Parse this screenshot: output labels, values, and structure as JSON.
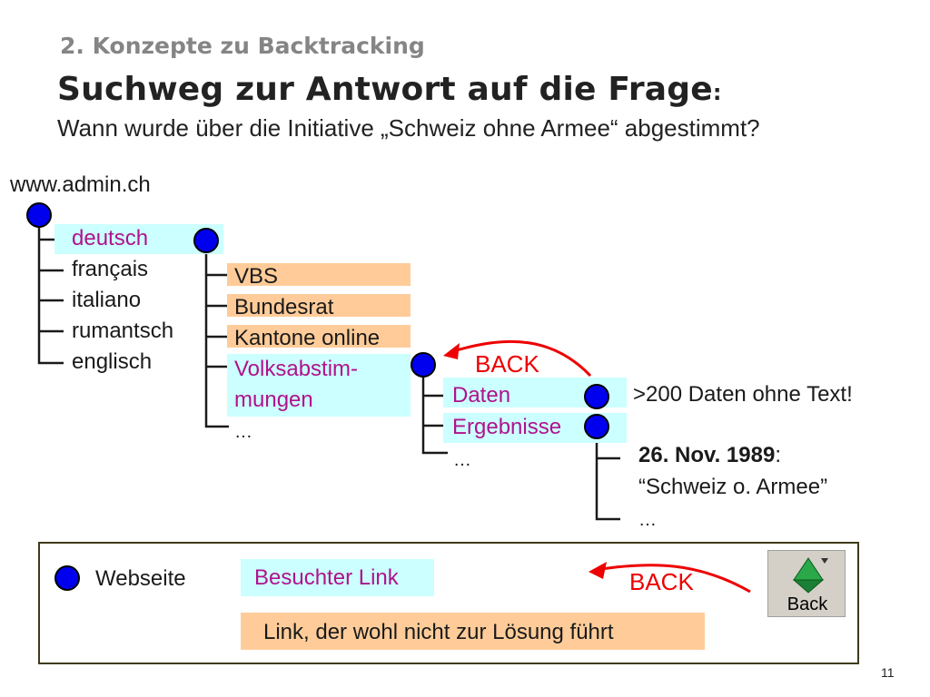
{
  "header": {
    "subtitle": "2. Konzepte zu Backtracking",
    "title": "Suchweg zur Antwort auf die Frage",
    "title_colon": ":",
    "question": "Wann wurde über die Initiative „Schweiz ohne Armee“ abgestimmt?"
  },
  "tree": {
    "root": "www.admin.ch",
    "languages": [
      "deutsch",
      "français",
      "italiano",
      "rumantsch",
      "englisch"
    ],
    "deutsch_children": [
      "VBS",
      "Bundesrat",
      "Kantone online",
      "Volksabstim-",
      "mungen",
      "…"
    ],
    "volksabstimmungen_children": [
      "Daten",
      "Ergebnisse",
      "…"
    ],
    "daten_note": ">200 Daten ohne Text!",
    "result": {
      "date": "26. Nov. 1989",
      "date_colon": ":",
      "initiative": "“Schweiz o. Armee”",
      "more": "…"
    },
    "back_label": "BACK"
  },
  "legend": {
    "webpage": "Webseite",
    "visited_link": "Besuchter Link",
    "dead_end_link": "Link, der wohl nicht zur Lösung führt",
    "back_label": "BACK",
    "back_button_label": "Back"
  },
  "colors": {
    "visited": "#ccffff",
    "dead_end": "#ffcc99",
    "node": "#0000ee",
    "back_arrow": "#ee0000",
    "visited_text": "#b0128c"
  },
  "page_number": "11"
}
